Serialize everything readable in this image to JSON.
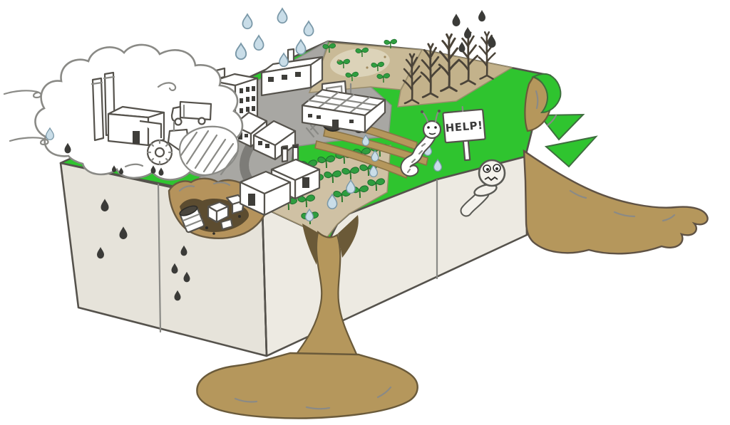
{
  "illustration": {
    "kind": "hand-drawn isometric soil-block cartoon showing threats to soil",
    "sign": {
      "text": "HELP!"
    },
    "depicted": [
      "factory-with-smoke-cloud",
      "truck",
      "tractor",
      "plowed-field",
      "city-buildings",
      "rain-drops",
      "greenhouse",
      "plowing-tractor-with-furrows",
      "landfill-pit-with-waste",
      "leachate-drops",
      "seedling-field",
      "degraded-back-field",
      "dead-trees",
      "worm-with-help-sign",
      "worried-worm-in-soil",
      "erosion-mud-flows",
      "wind-swirls"
    ],
    "palette": {
      "grass": "#2fc42f",
      "grassDark": "#2a9e2a",
      "paved": "#a8a7a3",
      "road": "#7d7c78",
      "soilField": "#cfc1a4",
      "soilBack": "#c9ba97",
      "soilTrees": "#c3b28b",
      "soilPale": "#dcd3b9",
      "mud": "#b5975c",
      "mudDark": "#6b5a38",
      "pitRim": "#b5935c",
      "pitDark": "#5c4c30",
      "faceLeft": "#e6e3da",
      "faceRight": "#edeae2",
      "outline": "#55524c",
      "inkLight": "#8a8a86",
      "dropBlue": "#c9dde8",
      "dropBlueStroke": "#7a98a8",
      "dropDark": "#3b3b38",
      "white": "#ffffff",
      "sprout": "#2f9e3f",
      "treeInk": "#4a4338",
      "ink": "#3a3a3a"
    }
  }
}
